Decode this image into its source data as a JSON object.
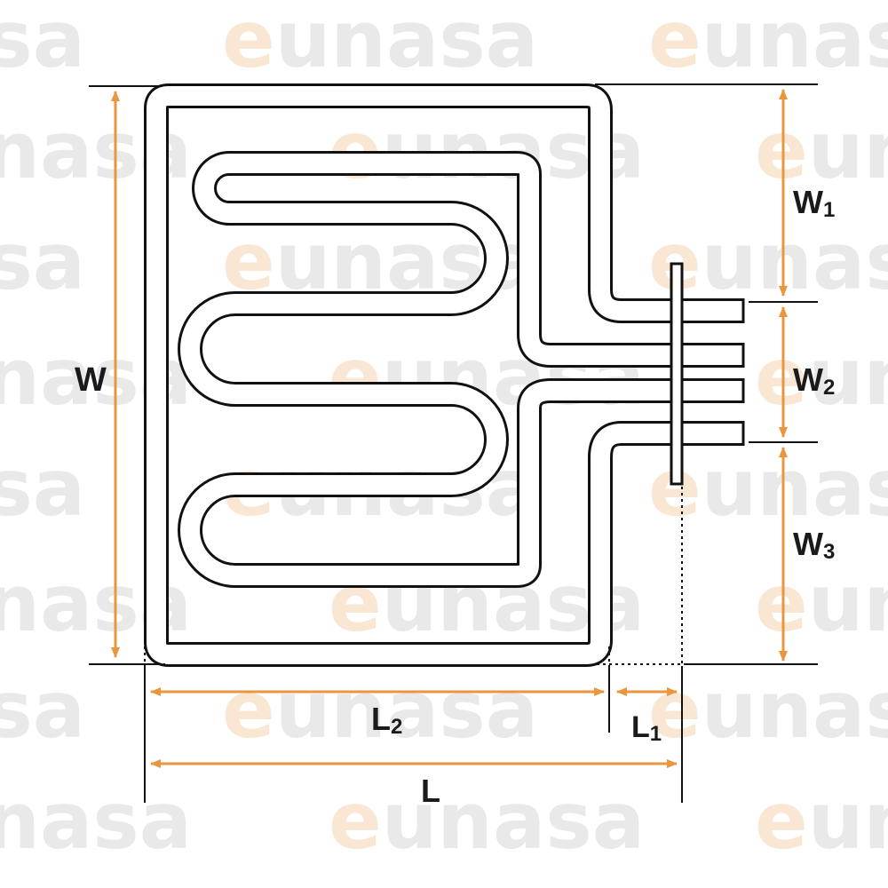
{
  "watermark": {
    "logo_letter": "e",
    "logo_rest": "unasa"
  },
  "colors": {
    "arrow": "#e9963f",
    "line": "#111111",
    "watermark": "#e9e9e9",
    "watermark_accent": "#f9e7d3"
  },
  "labels": {
    "w": {
      "main": "W",
      "sub": ""
    },
    "w1": {
      "main": "W",
      "sub": "1"
    },
    "w2": {
      "main": "W",
      "sub": "2"
    },
    "w3": {
      "main": "W",
      "sub": "3"
    },
    "l": {
      "main": "L",
      "sub": ""
    },
    "l1": {
      "main": "L",
      "sub": "1"
    },
    "l2": {
      "main": "L",
      "sub": "2"
    }
  }
}
